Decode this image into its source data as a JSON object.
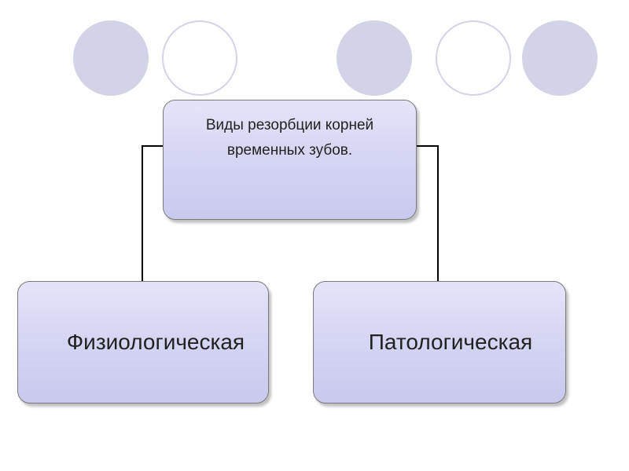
{
  "diagram": {
    "root": {
      "line1": "Виды резорбции корней",
      "line2": "временных зубов."
    },
    "children": [
      {
        "label": "Физиологическая"
      },
      {
        "label": "Патологическая"
      }
    ]
  },
  "colors": {
    "circle_fill": "#d3d3e8",
    "box_fill": "#d3d3f3",
    "connector": "#000000"
  }
}
